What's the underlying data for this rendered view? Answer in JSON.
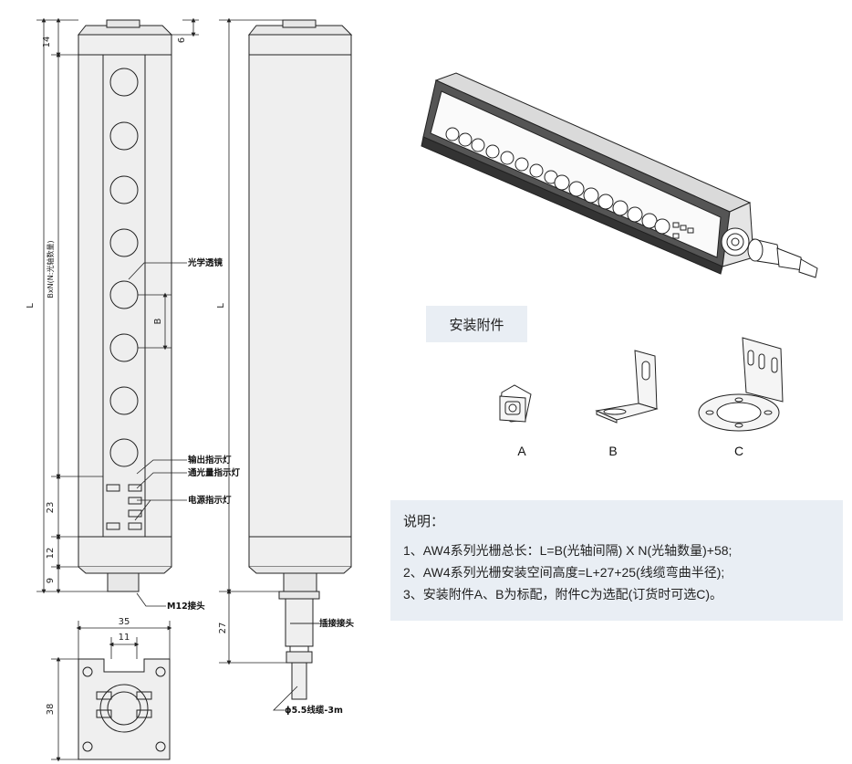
{
  "dimensions": {
    "top_cap": "14",
    "cap_offset": "6",
    "bottom_block": "23",
    "bottom_a": "12",
    "bottom_b": "9",
    "total_length_left": "L",
    "total_length_right": "L",
    "beam_span": "BxN(N:光轴数量)",
    "pitch": "B",
    "connector_len": "27",
    "width_outer": "35",
    "width_inner": "11",
    "depth": "38"
  },
  "labels": {
    "optical_lens": "光学透镜",
    "output_indicator": "输出指示灯",
    "pass_indicator": "通光量指示灯",
    "power_indicator": "电源指示灯",
    "m12_connector": "M12接头",
    "plug_connector": "插接接头",
    "cable": "ϕ5.5线缆-3m"
  },
  "accessories": {
    "title": "安装附件",
    "items": [
      "A",
      "B",
      "C"
    ]
  },
  "notes": {
    "title": "说明：",
    "lines": [
      "1、AW4系列光栅总长：L=B(光轴间隔) X N(光轴数量)+58;",
      "2、AW4系列光栅安装空间高度=L+27+25(线缆弯曲半径);",
      "3、安装附件A、B为标配，附件C为选配(订货时可选C)。"
    ]
  },
  "colors": {
    "panel_bg": "#e9eef4",
    "housing": "#eeeeee",
    "line": "#222222"
  }
}
